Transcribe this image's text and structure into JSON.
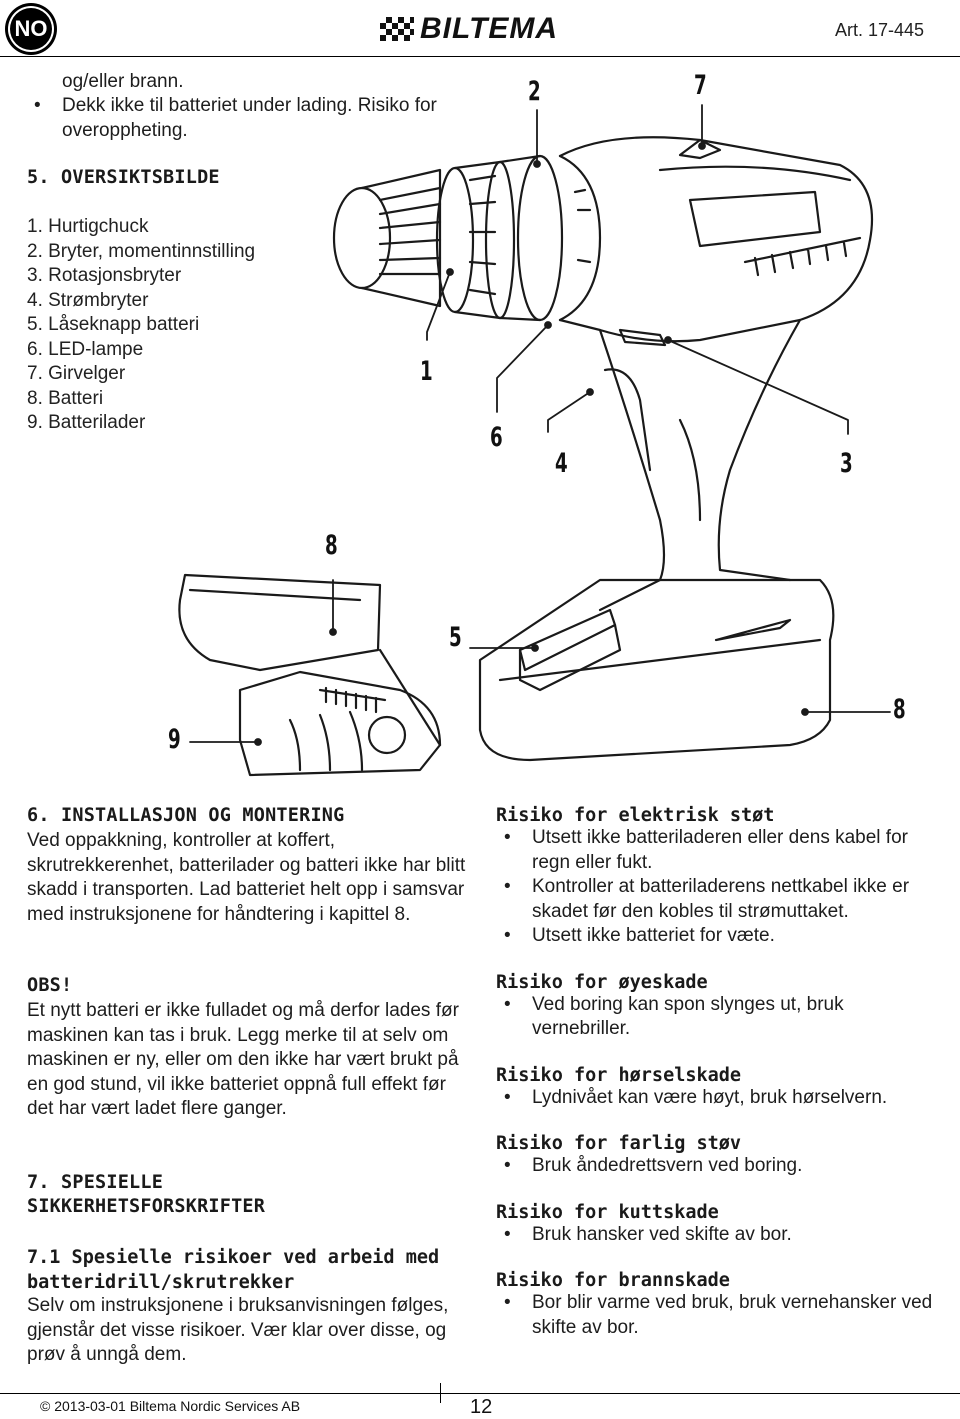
{
  "header": {
    "lang_badge": "NO",
    "logo_text": "BILTEMA",
    "art_no": "Art. 17-445"
  },
  "intro": {
    "line1": "og/eller brann.",
    "bullet": "Dekk ikke til batteriet under lading. Risiko for overoppheting."
  },
  "overview": {
    "heading": "5. OVERSIKTSBILDE",
    "items": [
      "1.  Hurtigchuck",
      "2.  Bryter, momentinnstilling",
      "3.  Rotasjonsbryter",
      "4.  Strømbryter",
      "5.  Låseknapp batteri",
      "6.  LED-lampe",
      "7.  Girvelger",
      "8.  Batteri",
      "9.  Batterilader"
    ]
  },
  "figure": {
    "labels": [
      "1",
      "2",
      "3",
      "4",
      "5",
      "6",
      "7",
      "8",
      "8",
      "9"
    ]
  },
  "section6": {
    "heading": "6. INSTALLASJON OG MONTERING",
    "text": "Ved oppakkning, kontroller at koffert, skrutrekkerenhet, batterilader og batteri ikke har blitt skadd i transporten. Lad batteriet helt opp i samsvar med instruksjonene for håndtering i kapittel 8.",
    "obs_heading": "OBS!",
    "obs_text": "Et nytt batteri er ikke fulladet og må derfor lades før maskinen kan tas i bruk. Legg merke til at selv om maskinen er ny, eller om den ikke har vært brukt på en god stund, vil ikke batteriet oppnå full effekt før det har vært ladet flere ganger."
  },
  "section7": {
    "heading_line1": "7. SPESIELLE",
    "heading_line2": "SIKKERHETSFORSKRIFTER",
    "sub_heading": "7.1 Spesielle risikoer ved arbeid med batteridrill/skrutrekker",
    "text": "Selv om instruksjonene i bruksanvisningen følges, gjenstår det visse risikoer. Vær klar over disse, og prøv å unngå dem."
  },
  "risks": [
    {
      "title": "Risiko for elektrisk støt",
      "bullets": [
        "Utsett ikke batteriladeren eller dens kabel for regn eller fukt.",
        "Kontroller at batteriladerens nettkabel ikke er skadet før den kobles til strømuttaket.",
        "Utsett ikke batteriet for væte."
      ]
    },
    {
      "title": "Risiko for øyeskade",
      "bullets": [
        "Ved boring kan spon slynges ut, bruk vernebriller."
      ]
    },
    {
      "title": "Risiko for hørselskade",
      "bullets": [
        "Lydnivået kan være høyt, bruk hørselvern."
      ]
    },
    {
      "title": "Risiko for farlig støv",
      "bullets": [
        "Bruk åndedrettsvern ved boring."
      ]
    },
    {
      "title": "Risiko for kuttskade",
      "bullets": [
        "Bruk hansker ved skifte av bor."
      ]
    },
    {
      "title": "Risiko for brannskade",
      "bullets": [
        "Bor blir varme ved bruk, bruk vernehansker ved skifte av bor."
      ]
    }
  ],
  "footer": {
    "copyright": "© 2013-03-01 Biltema Nordic Services AB",
    "page": "12"
  }
}
